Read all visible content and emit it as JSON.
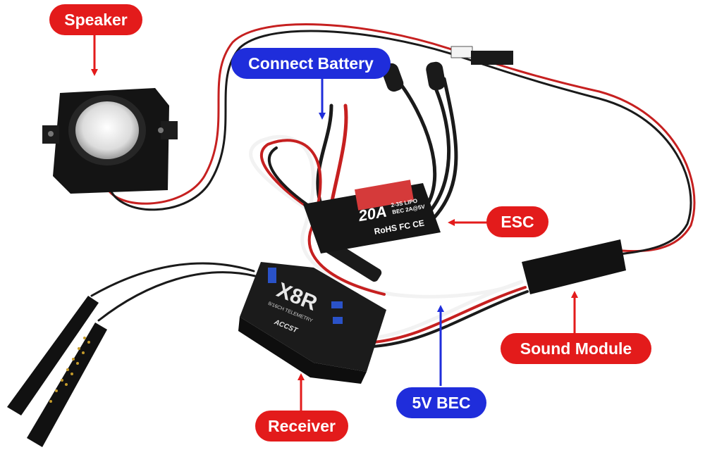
{
  "labels": {
    "speaker": "Speaker",
    "connect_battery": "Connect Battery",
    "esc": "ESC",
    "sound_module": "Sound Module",
    "bec": "5V BEC",
    "receiver": "Receiver"
  },
  "esc_markings": {
    "rating": "20A",
    "line1": "2-3S LIPO",
    "line2": "BEC 2A@5V",
    "certs": "RoHS FC CE"
  },
  "receiver_markings": {
    "model": "X8R",
    "subtitle": "8/16CH TELEMETRY",
    "brand": "ACCST"
  },
  "colors": {
    "label_red": "#e31b1b",
    "label_blue": "#1f2ddb",
    "wire_red": "#c62020",
    "wire_black": "#1a1a1a",
    "wire_white": "#f2f2f2",
    "housing": "#161616"
  }
}
